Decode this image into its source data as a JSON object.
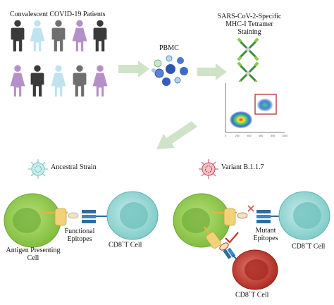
{
  "texts": {
    "patients_title": "Convalescent COVID-19 Patients",
    "pbmc": "PBMC",
    "tetramer_line1": "SARS-CoV-2-Specific",
    "tetramer_line2": "MHC-I Tetramer",
    "tetramer_line3": "Staining",
    "ancestral": "Ancestral Strain",
    "variant": "Variant  B.1.1.7",
    "functional_line1": "Functional",
    "functional_line2": "Epitopes",
    "mutant_line1": "Mutant",
    "mutant_line2": "Epitopes",
    "apc_line1": "Antigen Presenting",
    "apc_line2": "Cell",
    "cd8_prefix": "CD8",
    "cd8_sup": "+",
    "cd8_suffix": "T Cell"
  },
  "flow_axis_ticks": [
    "0",
    "200",
    "400",
    "600",
    "800",
    "1000"
  ],
  "colors": {
    "person_dark": "#3a3a3a",
    "person_blue": "#bfe3f0",
    "person_purple": "#b58fc9",
    "person_gray": "#6f6f6f",
    "arrow": "#cfe3c8",
    "apc_fill": "#8dc63f",
    "apc_nucleus": "#6aa84f",
    "tcell_fill": "#9fd8d6",
    "tcell_nucleus": "#5fb7b3",
    "tcell_red": "#c0392b",
    "mhc": "#f1d27a",
    "tcr": "#2e6c9e",
    "x_mark": "#d9534f",
    "check_mark": "#c0392b",
    "gate_box": "#b03030"
  },
  "icons": {
    "ancestral_virus": "virus-icon",
    "variant_virus": "virus-icon",
    "tetramer": "tetramer-icon",
    "mismatch": "x-mark-icon",
    "match": "check-icon"
  }
}
